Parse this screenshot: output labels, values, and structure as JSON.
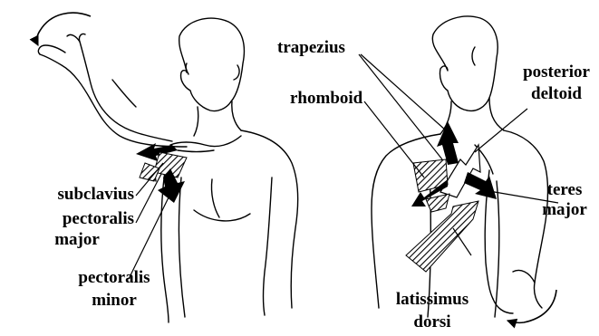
{
  "figure": {
    "left_panel": {
      "labels": {
        "subclavius": "subclavius",
        "pectoralis_major_1": "pectoralis",
        "pectoralis_major_2": "major",
        "pectoralis_minor_1": "pectoralis",
        "pectoralis_minor_2": "minor"
      }
    },
    "right_panel": {
      "labels": {
        "trapezius": "trapezius",
        "rhomboid": "rhomboid",
        "posterior_deltoid_1": "posterior",
        "posterior_deltoid_2": "deltoid",
        "teres_major_1": "teres",
        "teres_major_2": "major",
        "latissimus_dorsi_1": "latissimus",
        "latissimus_dorsi_2": "dorsi"
      }
    }
  }
}
